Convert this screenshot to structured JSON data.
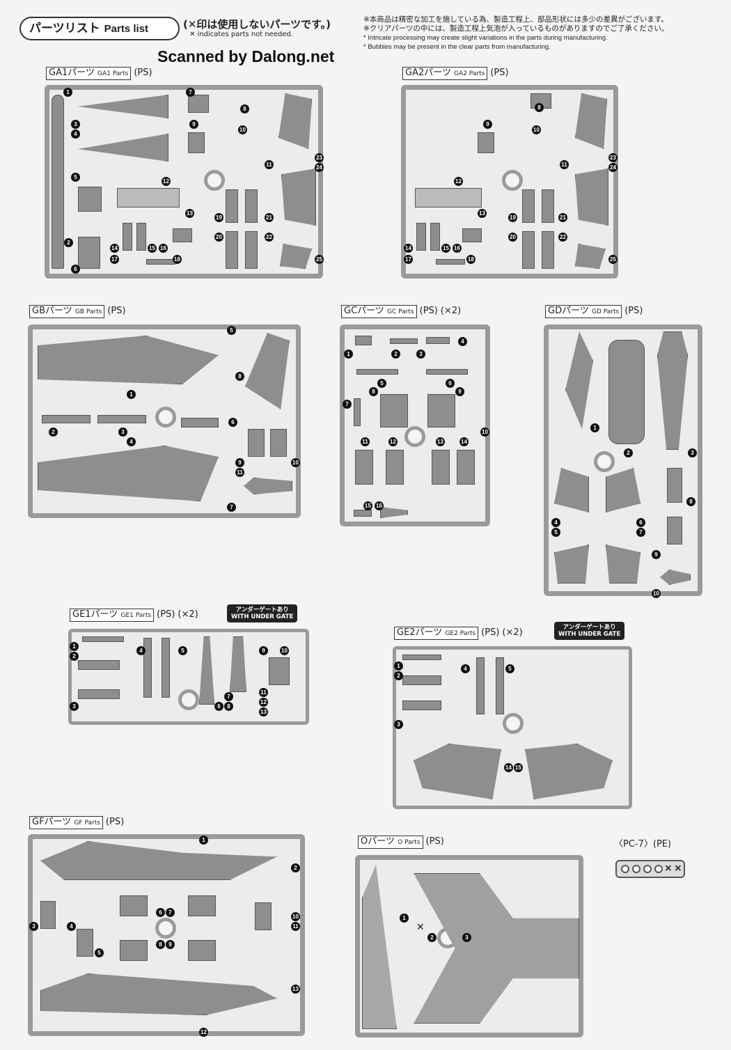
{
  "header": {
    "title_jp": "パーツリスト",
    "title_en": "Parts list",
    "unused_jp": "(✕印は使用しないパーツです。)",
    "unused_en": "✕ indicates parts not needed.",
    "caution": [
      "※本商品は精密な加工を施している為、製造工程上、部品形状には多少の差異がございます。",
      "※クリアパーツの中には、製造工程上気泡が入っているものがありますのでご了承ください。",
      "* Intricate processing may create slight variations in the parts during manufacturing.",
      "* Bubbles may be present in the clear parts from manufacturing."
    ],
    "watermark": "Scanned by Dalong.net"
  },
  "gate_badge": [
    "アンダーゲートあり",
    "WITH UNDER GATE"
  ],
  "runners": {
    "ga1": {
      "jp": "GA1パーツ",
      "en": "GA1 Parts",
      "mat": "(PS)"
    },
    "ga2": {
      "jp": "GA2パーツ",
      "en": "GA2 Parts",
      "mat": "(PS)"
    },
    "gb": {
      "jp": "GBパーツ",
      "en": "GB Parts",
      "mat": "(PS)"
    },
    "gc": {
      "jp": "GCパーツ",
      "en": "GC Parts",
      "mat": "(PS)",
      "qty": "(×2)"
    },
    "gd": {
      "jp": "GDパーツ",
      "en": "GD Parts",
      "mat": "(PS)"
    },
    "ge1": {
      "jp": "GE1パーツ",
      "en": "GE1 Parts",
      "mat": "(PS)",
      "qty": "(×2)"
    },
    "ge2": {
      "jp": "GE2パーツ",
      "en": "GE2 Parts",
      "mat": "(PS)",
      "qty": "(×2)"
    },
    "gf": {
      "jp": "GFパーツ",
      "en": "GF Parts",
      "mat": "(PS)"
    },
    "o": {
      "jp": "Oパーツ",
      "en": "O Parts",
      "mat": "(PS)"
    }
  },
  "pc7": {
    "label": "〈PC-7〉(PE)",
    "x1": "×",
    "x2": "×"
  },
  "o_x": "✕",
  "parts": {
    "ga1": [
      "1",
      "3",
      "4",
      "5",
      "2",
      "6",
      "7",
      "8",
      "9",
      "10",
      "11",
      "12",
      "13",
      "14",
      "15",
      "16",
      "17",
      "18",
      "19",
      "20",
      "21",
      "22",
      "23",
      "24",
      "25"
    ],
    "ga2": [
      "8",
      "9",
      "10",
      "11",
      "12",
      "13",
      "14",
      "15",
      "16",
      "17",
      "18",
      "19",
      "20",
      "21",
      "22",
      "23",
      "24",
      "25"
    ],
    "gb": [
      "1",
      "2",
      "3",
      "4",
      "5",
      "6",
      "7",
      "8",
      "9",
      "10",
      "11"
    ],
    "gc": [
      "1",
      "2",
      "3",
      "4",
      "5",
      "6",
      "7",
      "8",
      "9",
      "10",
      "11",
      "12",
      "13",
      "14",
      "15",
      "16"
    ],
    "gd": [
      "1",
      "2",
      "3",
      "4",
      "5",
      "6",
      "7",
      "8",
      "9",
      "10"
    ],
    "ge1": [
      "1",
      "2",
      "3",
      "4",
      "5",
      "6",
      "7",
      "8",
      "9",
      "10",
      "11",
      "12",
      "13"
    ],
    "ge2": [
      "1",
      "2",
      "3",
      "4",
      "5",
      "14",
      "15"
    ],
    "gf": [
      "1",
      "2",
      "3",
      "4",
      "5",
      "6",
      "7",
      "8",
      "9",
      "10",
      "11",
      "12",
      "13"
    ],
    "o": [
      "1",
      "2",
      "3"
    ]
  }
}
